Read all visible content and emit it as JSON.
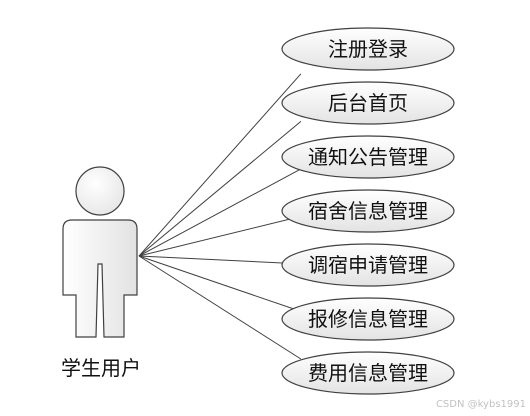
{
  "actor": {
    "label": "学生用户"
  },
  "use_cases": [
    {
      "label": "注册登录"
    },
    {
      "label": "后台首页"
    },
    {
      "label": "通知公告管理"
    },
    {
      "label": "宿舍信息管理"
    },
    {
      "label": "调宿申请管理"
    },
    {
      "label": "报修信息管理"
    },
    {
      "label": "费用信息管理"
    }
  ],
  "watermark": "CSDN @kybs1991",
  "colors": {
    "stroke": "#404040",
    "actor_fill_light": "#ffffff",
    "actor_fill_dark": "#e2e2e2",
    "usecase_fill_light": "#ffffff",
    "usecase_fill_dark": "#e3e3e3",
    "text": "#111111"
  }
}
